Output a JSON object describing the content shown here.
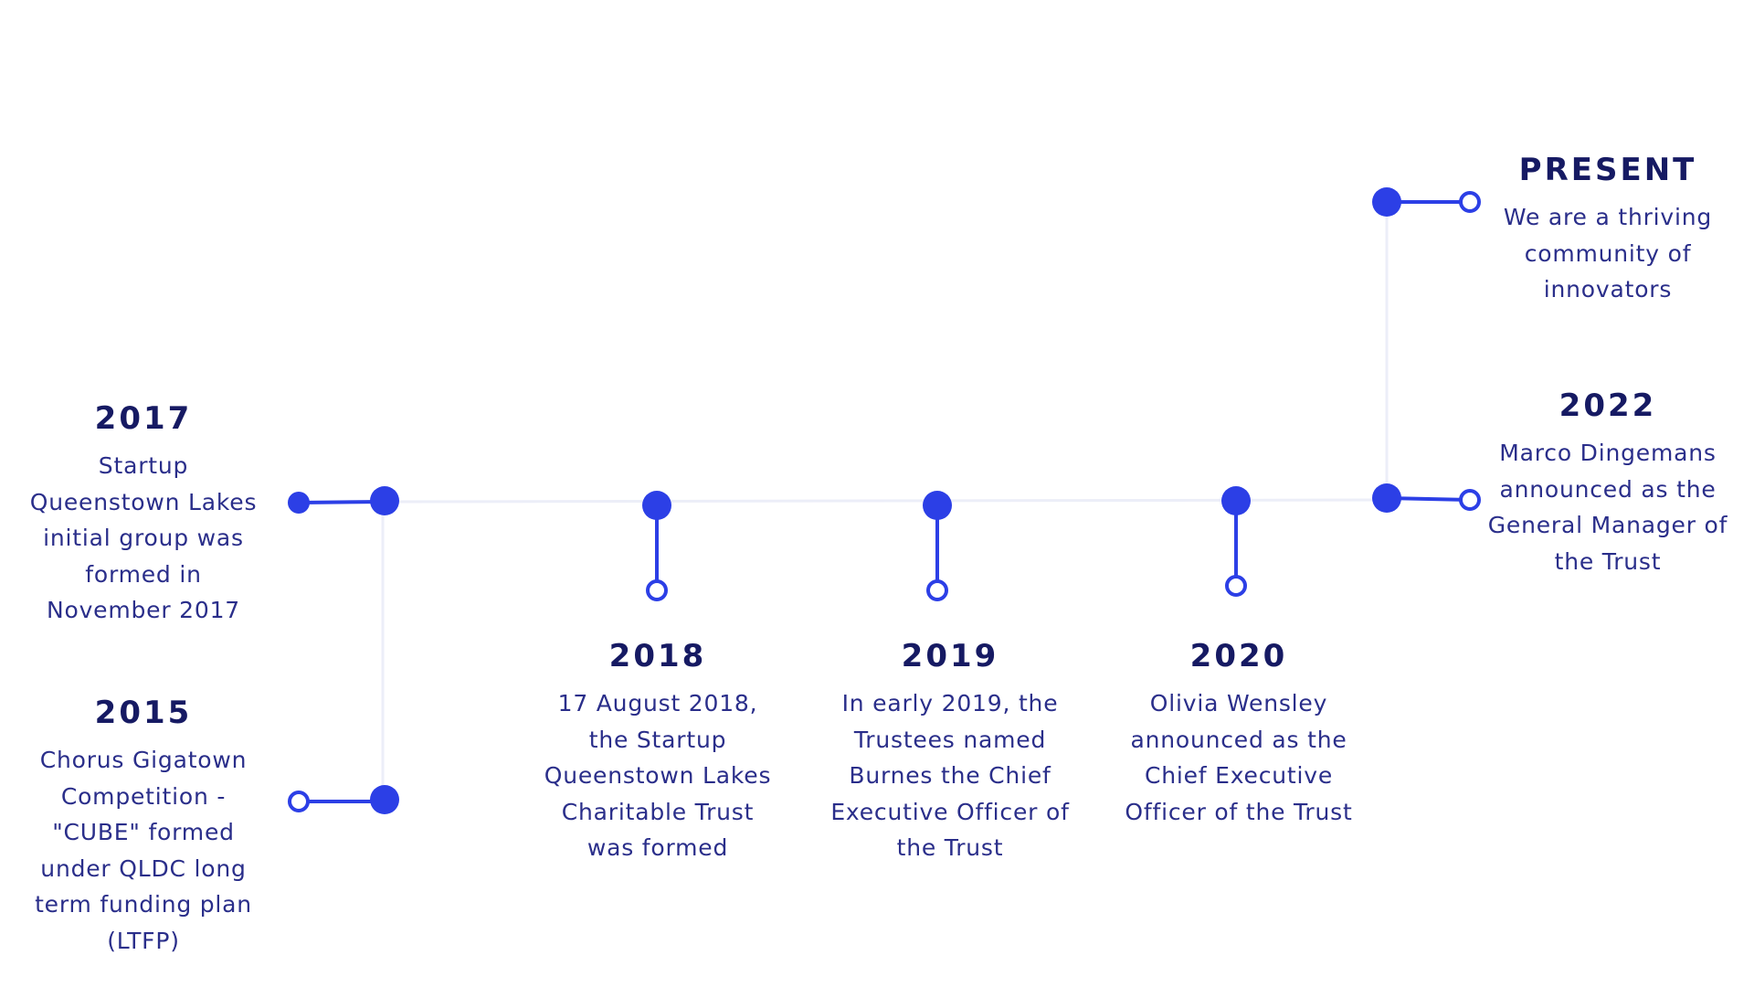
{
  "colors": {
    "accent": "#2c3fe6",
    "track": "#eceef8",
    "heading": "#161a63",
    "text": "#2a2e8a"
  },
  "events": [
    {
      "year": "2015",
      "description": "Chorus Gigatown Competition - \"CUBE\" formed under QLDC long term funding plan (LTFP)"
    },
    {
      "year": "2017",
      "description": "Startup Queenstown Lakes initial group was formed in November 2017"
    },
    {
      "year": "2018",
      "description": "17 August 2018, the Startup Queenstown Lakes Charitable Trust was formed"
    },
    {
      "year": "2019",
      "description": "In early 2019, the Trustees named Burnes the Chief Executive Officer of the Trust"
    },
    {
      "year": "2020",
      "description": "Olivia Wensley announced as the Chief Executive Officer of the Trust"
    },
    {
      "year": "2022",
      "description": "Marco Dingemans announced as the General Manager of the Trust"
    },
    {
      "year": "PRESENT",
      "description": "We are a thriving community of innovators"
    }
  ]
}
